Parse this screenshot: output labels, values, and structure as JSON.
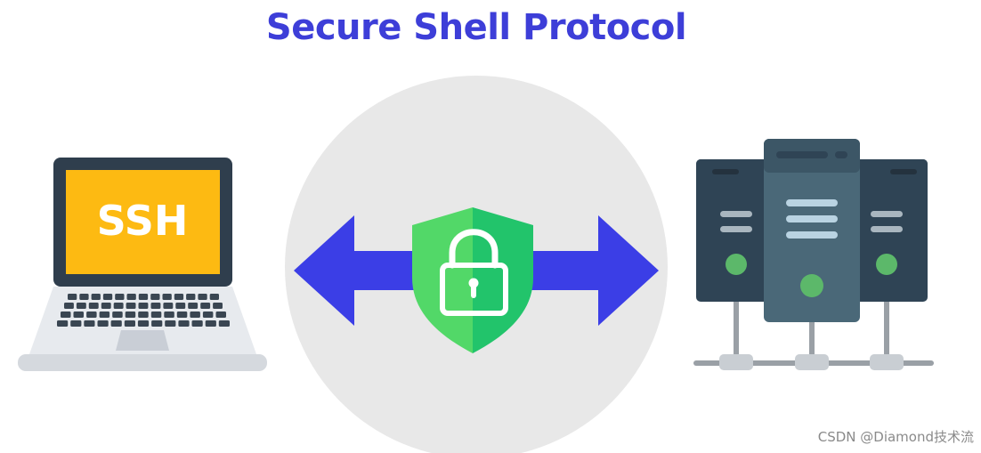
{
  "title": "Secure Shell Protocol",
  "laptop": {
    "screen_label": "SSH",
    "screen_color": "#FDBA12",
    "frame_color": "#2F3E4D",
    "body_color": "#E7EAEE"
  },
  "shield": {
    "icon": "padlock-icon",
    "color_left": "#52D868",
    "color_right": "#22C46B"
  },
  "arrows": {
    "icon": "double-arrow-icon",
    "color": "#3B3EE6"
  },
  "server": {
    "icon": "server-rack-icon",
    "dark_color": "#2F4455",
    "light_color": "#4A6878",
    "status_color": "#5CB86A"
  },
  "colors": {
    "title": "#3D3ED8",
    "circle": "#E8E8E8",
    "watermark": "#8A8A8A"
  },
  "watermark": "CSDN @Diamond技术流"
}
